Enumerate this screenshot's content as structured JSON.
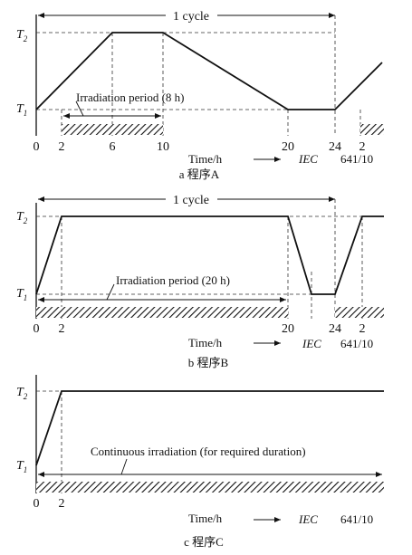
{
  "panels": [
    {
      "cycle_label": "1 cycle",
      "t_high": "T",
      "t_high_sub": "2",
      "t_low": "T",
      "t_low_sub": "1",
      "irradiation_label": "Irradiation period (8 h)",
      "ticks": [
        "0",
        "2",
        "6",
        "10",
        "20",
        "24",
        "2"
      ],
      "axis_label": "Time/h",
      "iec_label": "IEC",
      "iec_number": "641/10",
      "caption": "a 程序A"
    },
    {
      "cycle_label": "1 cycle",
      "t_high": "T",
      "t_high_sub": "2",
      "t_low": "T",
      "t_low_sub": "1",
      "irradiation_label": "Irradiation period (20 h)",
      "ticks": [
        "0",
        "2",
        "20",
        "24",
        "2"
      ],
      "axis_label": "Time/h",
      "iec_label": "IEC",
      "iec_number": "641/10",
      "caption": "b 程序B"
    },
    {
      "t_high": "T",
      "t_high_sub": "2",
      "t_low": "T",
      "t_low_sub": "1",
      "irradiation_label": "Continuous irradiation (for required duration)",
      "ticks": [
        "0",
        "2"
      ],
      "axis_label": "Time/h",
      "iec_label": "IEC",
      "iec_number": "641/10",
      "caption": "c 程序C"
    }
  ]
}
